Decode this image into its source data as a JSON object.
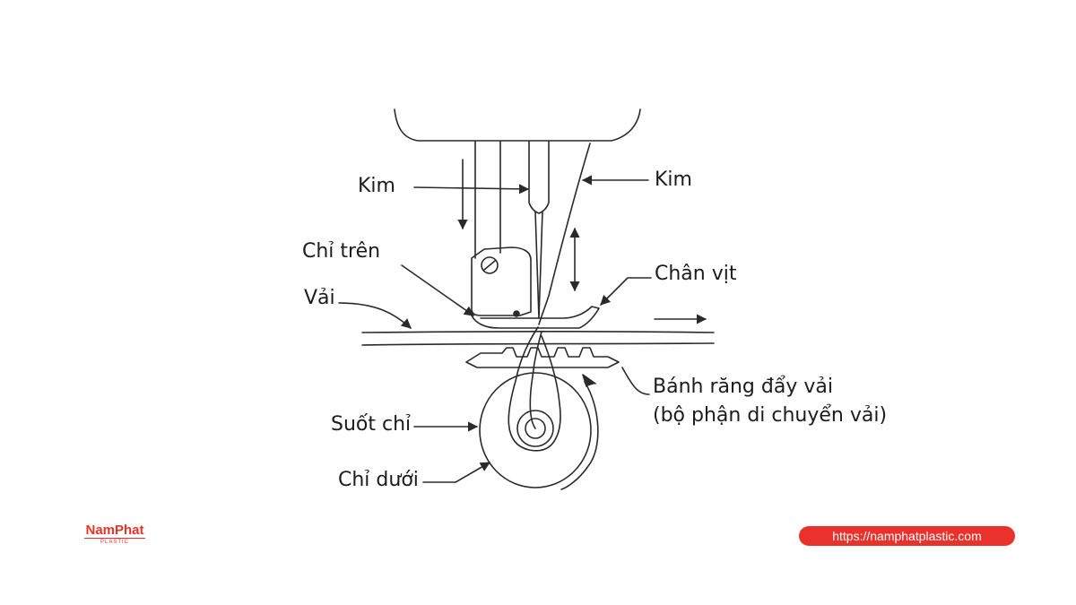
{
  "diagram": {
    "labels": {
      "kim_left": "Kim",
      "kim_right": "Kim",
      "chi_tren": "Chỉ trên",
      "vai": "Vải",
      "chan_vit": "Chân vịt",
      "banh_rang_line1": "Bánh răng đẩy vải",
      "banh_rang_line2": "(bộ phận di chuyển vải)",
      "suot_chi": "Suốt chỉ",
      "chi_duoi": "Chỉ dưới"
    }
  },
  "footer": {
    "logo_text": "NamPhat",
    "logo_sub": "PLASTIC",
    "url": "https://namphatplastic.com"
  },
  "colors": {
    "accent": "#e8322b",
    "ink": "#2a2a2a"
  }
}
